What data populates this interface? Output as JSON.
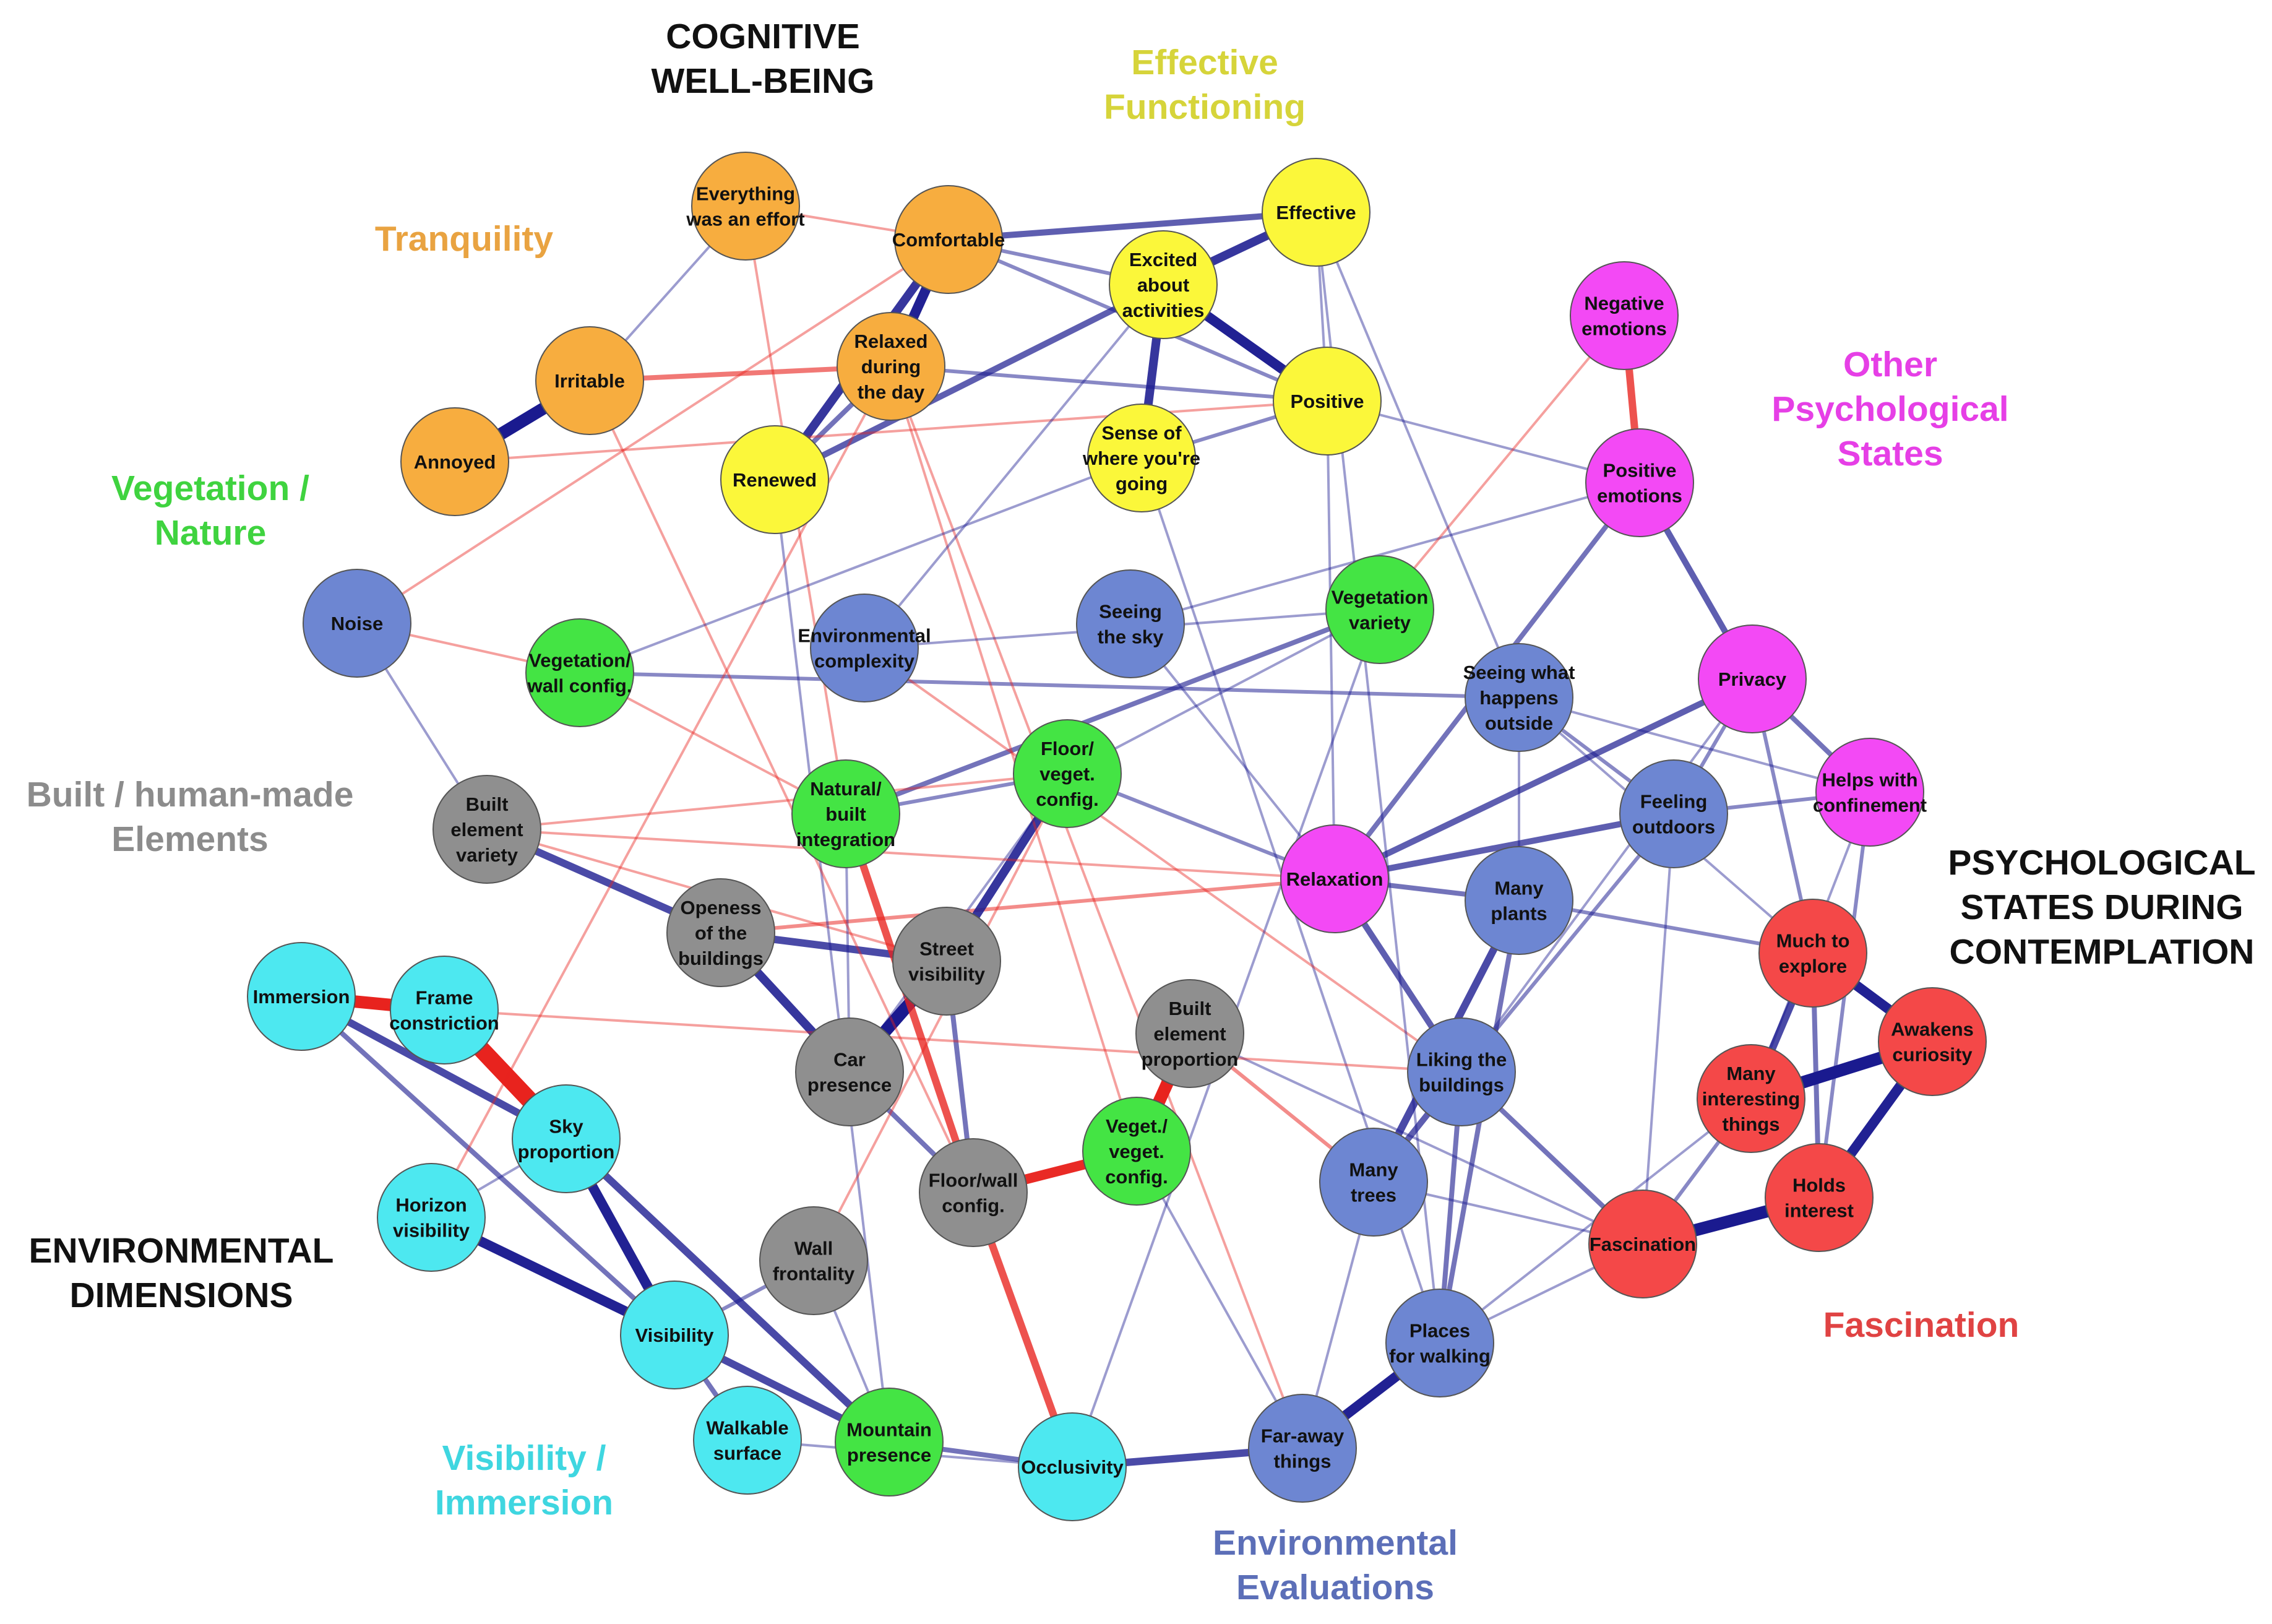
{
  "colors": {
    "orange": "#F7AD3F",
    "yellow": "#FBF73A",
    "magenta": "#F349F5",
    "blue": "#6D86D2",
    "green": "#44E444",
    "gray": "#8F8F8F",
    "cyan": "#4DE8F0",
    "red": "#F44848",
    "edge_positive": "#1A1A8F",
    "edge_negative": "#E8231E",
    "node_stroke": "#555555"
  },
  "group_labels": [
    {
      "id": "cognitive",
      "lines": [
        "COGNITIVE",
        "WELL-BEING"
      ],
      "color": "#111111"
    },
    {
      "id": "effective",
      "lines": [
        "Effective",
        "Functioning"
      ],
      "color": "#D6D43A"
    },
    {
      "id": "tranquility",
      "lines": [
        "Tranquility"
      ],
      "color": "#E9A341"
    },
    {
      "id": "other",
      "lines": [
        "Other",
        "Psychological",
        "States"
      ],
      "color": "#E63FE6"
    },
    {
      "id": "vegetation",
      "lines": [
        "Vegetation /",
        "Nature"
      ],
      "color": "#3FD33F"
    },
    {
      "id": "built",
      "lines": [
        "Built / human-made",
        "Elements"
      ],
      "color": "#8C8C8C"
    },
    {
      "id": "psych-states",
      "lines": [
        "PSYCHOLOGICAL",
        "STATES DURING",
        "CONTEMPLATION"
      ],
      "color": "#111111"
    },
    {
      "id": "env-dim",
      "lines": [
        "ENVIRONMENTAL",
        "DIMENSIONS"
      ],
      "color": "#111111"
    },
    {
      "id": "fascination",
      "lines": [
        "Fascination"
      ],
      "color": "#E04343"
    },
    {
      "id": "visibility",
      "lines": [
        "Visibility /",
        "Immersion"
      ],
      "color": "#3FD6E0"
    },
    {
      "id": "env-eval",
      "lines": [
        "Environmental",
        "Evaluations"
      ],
      "color": "#5C6FB8"
    }
  ],
  "nodes": [
    {
      "id": "effort",
      "lines": [
        "Everything",
        "was an effort"
      ],
      "group": "orange"
    },
    {
      "id": "comfortable",
      "lines": [
        "Comfortable"
      ],
      "group": "orange"
    },
    {
      "id": "irritable",
      "lines": [
        "Irritable"
      ],
      "group": "orange"
    },
    {
      "id": "relaxed",
      "lines": [
        "Relaxed",
        "during",
        "the day"
      ],
      "group": "orange"
    },
    {
      "id": "annoyed",
      "lines": [
        "Annoyed"
      ],
      "group": "orange"
    },
    {
      "id": "effective",
      "lines": [
        "Effective"
      ],
      "group": "yellow"
    },
    {
      "id": "excited",
      "lines": [
        "Excited",
        "about",
        "activities"
      ],
      "group": "yellow"
    },
    {
      "id": "positive",
      "lines": [
        "Positive"
      ],
      "group": "yellow"
    },
    {
      "id": "renewed",
      "lines": [
        "Renewed"
      ],
      "group": "yellow"
    },
    {
      "id": "sense",
      "lines": [
        "Sense of",
        "where you're",
        "going"
      ],
      "group": "yellow"
    },
    {
      "id": "negemo",
      "lines": [
        "Negative",
        "emotions"
      ],
      "group": "magenta"
    },
    {
      "id": "posemo",
      "lines": [
        "Positive",
        "emotions"
      ],
      "group": "magenta"
    },
    {
      "id": "privacy",
      "lines": [
        "Privacy"
      ],
      "group": "magenta"
    },
    {
      "id": "confinement",
      "lines": [
        "Helps with",
        "confinement"
      ],
      "group": "magenta"
    },
    {
      "id": "relaxation",
      "lines": [
        "Relaxation"
      ],
      "group": "magenta"
    },
    {
      "id": "noise",
      "lines": [
        "Noise"
      ],
      "group": "blue"
    },
    {
      "id": "envcomplex",
      "lines": [
        "Environmental",
        "complexity"
      ],
      "group": "blue"
    },
    {
      "id": "seeingsky",
      "lines": [
        "Seeing",
        "the sky"
      ],
      "group": "blue"
    },
    {
      "id": "seeingwhat",
      "lines": [
        "Seeing what",
        "happens",
        "outside"
      ],
      "group": "blue"
    },
    {
      "id": "outdoors",
      "lines": [
        "Feeling",
        "outdoors"
      ],
      "group": "blue"
    },
    {
      "id": "manyplants",
      "lines": [
        "Many",
        "plants"
      ],
      "group": "blue"
    },
    {
      "id": "likingbuild",
      "lines": [
        "Liking the",
        "buildings"
      ],
      "group": "blue"
    },
    {
      "id": "manytrees",
      "lines": [
        "Many",
        "trees"
      ],
      "group": "blue"
    },
    {
      "id": "walking",
      "lines": [
        "Places",
        "for walking"
      ],
      "group": "blue"
    },
    {
      "id": "faraway",
      "lines": [
        "Far-away",
        "things"
      ],
      "group": "blue"
    },
    {
      "id": "vegwall",
      "lines": [
        "Vegetation/",
        "wall config."
      ],
      "group": "green"
    },
    {
      "id": "vegvariety",
      "lines": [
        "Vegetation",
        "variety"
      ],
      "group": "green"
    },
    {
      "id": "floorveg",
      "lines": [
        "Floor/",
        "veget.",
        "config."
      ],
      "group": "green"
    },
    {
      "id": "naturalbuilt",
      "lines": [
        "Natural/",
        "built",
        "integration"
      ],
      "group": "green"
    },
    {
      "id": "vegvegconfig",
      "lines": [
        "Veget./",
        "veget.",
        "config."
      ],
      "group": "green"
    },
    {
      "id": "mountain",
      "lines": [
        "Mountain",
        "presence"
      ],
      "group": "green"
    },
    {
      "id": "builtvariety",
      "lines": [
        "Built",
        "element",
        "variety"
      ],
      "group": "gray"
    },
    {
      "id": "openess",
      "lines": [
        "Openess",
        "of the",
        "buildings"
      ],
      "group": "gray"
    },
    {
      "id": "streetvis",
      "lines": [
        "Street",
        "visibility"
      ],
      "group": "gray"
    },
    {
      "id": "builtprop",
      "lines": [
        "Built",
        "element",
        "proportion"
      ],
      "group": "gray"
    },
    {
      "id": "carpresence",
      "lines": [
        "Car",
        "presence"
      ],
      "group": "gray"
    },
    {
      "id": "floorwall",
      "lines": [
        "Floor/wall",
        "config."
      ],
      "group": "gray"
    },
    {
      "id": "wallfront",
      "lines": [
        "Wall",
        "frontality"
      ],
      "group": "gray"
    },
    {
      "id": "immersion",
      "lines": [
        "Immersion"
      ],
      "group": "cyan"
    },
    {
      "id": "frameconst",
      "lines": [
        "Frame",
        "constriction"
      ],
      "group": "cyan"
    },
    {
      "id": "skyprop",
      "lines": [
        "Sky",
        "proportion"
      ],
      "group": "cyan"
    },
    {
      "id": "horizon",
      "lines": [
        "Horizon",
        "visibility"
      ],
      "group": "cyan"
    },
    {
      "id": "visibility",
      "lines": [
        "Visibility"
      ],
      "group": "cyan"
    },
    {
      "id": "walkable",
      "lines": [
        "Walkable",
        "surface"
      ],
      "group": "cyan"
    },
    {
      "id": "occlusivity",
      "lines": [
        "Occlusivity"
      ],
      "group": "cyan"
    },
    {
      "id": "muchexplore",
      "lines": [
        "Much to",
        "explore"
      ],
      "group": "red"
    },
    {
      "id": "awakens",
      "lines": [
        "Awakens",
        "curiosity"
      ],
      "group": "red"
    },
    {
      "id": "manyinteresting",
      "lines": [
        "Many",
        "interesting",
        "things"
      ],
      "group": "red"
    },
    {
      "id": "holds",
      "lines": [
        "Holds",
        "interest"
      ],
      "group": "red"
    },
    {
      "id": "fascination",
      "lines": [
        "Fascination"
      ],
      "group": "red"
    }
  ],
  "edges": [
    [
      "annoyed",
      "irritable",
      "pos",
      5
    ],
    [
      "irritable",
      "relaxed",
      "neg",
      2
    ],
    [
      "effort",
      "comfortable",
      "neg",
      1
    ],
    [
      "comfortable",
      "effective",
      "pos",
      2.5
    ],
    [
      "comfortable",
      "excited",
      "pos",
      1.5
    ],
    [
      "comfortable",
      "relaxed",
      "pos",
      4
    ],
    [
      "comfortable",
      "renewed",
      "pos",
      3.5
    ],
    [
      "comfortable",
      "positive",
      "pos",
      1.5
    ],
    [
      "excited",
      "effective",
      "pos",
      3.5
    ],
    [
      "excited",
      "positive",
      "pos",
      4
    ],
    [
      "excited",
      "sense",
      "pos",
      3.5
    ],
    [
      "excited",
      "renewed",
      "pos",
      2.5
    ],
    [
      "relaxed",
      "renewed",
      "pos",
      2
    ],
    [
      "relaxed",
      "positive",
      "pos",
      1.5
    ],
    [
      "effective",
      "positive",
      "pos",
      1
    ],
    [
      "sense",
      "positive",
      "pos",
      1.5
    ],
    [
      "negemo",
      "posemo",
      "neg",
      3
    ],
    [
      "posemo",
      "privacy",
      "pos",
      2.5
    ],
    [
      "posemo",
      "relaxation",
      "pos",
      2
    ],
    [
      "positive",
      "posemo",
      "pos",
      1
    ],
    [
      "privacy",
      "confinement",
      "pos",
      2
    ],
    [
      "privacy",
      "relaxation",
      "pos",
      2.5
    ],
    [
      "privacy",
      "muchexplore",
      "pos",
      1.5
    ],
    [
      "privacy",
      "outdoors",
      "pos",
      1.5
    ],
    [
      "outdoors",
      "relaxation",
      "pos",
      2.5
    ],
    [
      "outdoors",
      "likingbuild",
      "pos",
      1.5
    ],
    [
      "outdoors",
      "confinement",
      "pos",
      1.5
    ],
    [
      "outdoors",
      "seeingwhat",
      "pos",
      1.5
    ],
    [
      "relaxation",
      "manyplants",
      "pos",
      2
    ],
    [
      "relaxation",
      "likingbuild",
      "pos",
      2.5
    ],
    [
      "relaxation",
      "floorveg",
      "pos",
      1.5
    ],
    [
      "relaxation",
      "openess",
      "neg",
      1.5
    ],
    [
      "manyplants",
      "muchexplore",
      "pos",
      1.5
    ],
    [
      "manyplants",
      "manytrees",
      "pos",
      3
    ],
    [
      "manyplants",
      "walking",
      "pos",
      2
    ],
    [
      "manyplants",
      "seeingwhat",
      "pos",
      1
    ],
    [
      "seeingwhat",
      "confinement",
      "pos",
      1
    ],
    [
      "likingbuild",
      "fascination",
      "pos",
      2
    ],
    [
      "likingbuild",
      "manytrees",
      "pos",
      2.5
    ],
    [
      "likingbuild",
      "walking",
      "pos",
      2
    ],
    [
      "fascination",
      "holds",
      "pos",
      5
    ],
    [
      "fascination",
      "manyinteresting",
      "pos",
      1.5
    ],
    [
      "muchexplore",
      "awakens",
      "pos",
      4
    ],
    [
      "muchexplore",
      "manyinteresting",
      "pos",
      3
    ],
    [
      "muchexplore",
      "holds",
      "pos",
      2
    ],
    [
      "confinement",
      "holds",
      "pos",
      1.5
    ],
    [
      "awakens",
      "manyinteresting",
      "pos",
      5
    ],
    [
      "awakens",
      "holds",
      "pos",
      4
    ],
    [
      "manytrees",
      "fascination",
      "pos",
      1
    ],
    [
      "walking",
      "faraway",
      "pos",
      4
    ],
    [
      "faraway",
      "occlusivity",
      "pos",
      3
    ],
    [
      "faraway",
      "manytrees",
      "pos",
      1
    ],
    [
      "occlusivity",
      "walkable",
      "pos",
      1
    ],
    [
      "occlusivity",
      "mountain",
      "pos",
      2
    ],
    [
      "mountain",
      "visibility",
      "pos",
      3
    ],
    [
      "visibility",
      "walkable",
      "pos",
      2
    ],
    [
      "visibility",
      "horizon",
      "pos",
      4
    ],
    [
      "visibility",
      "skyprop",
      "pos",
      4
    ],
    [
      "skyprop",
      "immersion",
      "pos",
      3
    ],
    [
      "skyprop",
      "frameconst",
      "neg",
      7
    ],
    [
      "immersion",
      "frameconst",
      "neg",
      5
    ],
    [
      "immersion",
      "visibility",
      "pos",
      2
    ],
    [
      "skyprop",
      "mountain",
      "pos",
      3
    ],
    [
      "openess",
      "builtvariety",
      "pos",
      3
    ],
    [
      "openess",
      "carpresence",
      "pos",
      3.5
    ],
    [
      "openess",
      "streetvis",
      "pos",
      3
    ],
    [
      "streetvis",
      "carpresence",
      "pos",
      5
    ],
    [
      "streetvis",
      "floorveg",
      "pos",
      3.5
    ],
    [
      "streetvis",
      "floorwall",
      "pos",
      2
    ],
    [
      "builtprop",
      "vegvegconfig",
      "neg",
      5
    ],
    [
      "floorwall",
      "vegvegconfig",
      "neg",
      4
    ],
    [
      "floorwall",
      "occlusivity",
      "neg",
      3
    ],
    [
      "floorwall",
      "carpresence",
      "pos",
      2
    ],
    [
      "naturalbuilt",
      "floorwall",
      "neg",
      3
    ],
    [
      "naturalbuilt",
      "vegvariety",
      "pos",
      2
    ],
    [
      "naturalbuilt",
      "floorveg",
      "pos",
      1.5
    ],
    [
      "floorveg",
      "vegvariety",
      "pos",
      1
    ],
    [
      "vegwall",
      "seeingwhat",
      "pos",
      1.5
    ],
    [
      "seeingsky",
      "posemo",
      "pos",
      1
    ],
    [
      "relaxed",
      "faraway",
      "neg",
      1
    ],
    [
      "builtprop",
      "manytrees",
      "neg",
      1.5
    ],
    [
      "wallfront",
      "visibility",
      "pos",
      1.5
    ],
    [
      "wallfront",
      "mountain",
      "pos",
      1
    ],
    [
      "builtvariety",
      "streetvis",
      "neg",
      1
    ],
    [
      "noise",
      "vegwall",
      "neg",
      1
    ],
    [
      "noise",
      "builtvariety",
      "pos",
      1
    ],
    [
      "effort",
      "irritable",
      "pos",
      1
    ],
    [
      "renewed",
      "mountain",
      "pos",
      1
    ],
    [
      "sense",
      "walking",
      "pos",
      1
    ],
    [
      "vegvariety",
      "negemo",
      "neg",
      1
    ],
    [
      "effective",
      "seeingwhat",
      "pos",
      1
    ],
    [
      "positive",
      "relaxation",
      "pos",
      1
    ],
    [
      "envcomplex",
      "likingbuild",
      "neg",
      1
    ],
    [
      "seeingsky",
      "relaxation",
      "pos",
      1
    ],
    [
      "horizon",
      "skyprop",
      "pos",
      1
    ],
    [
      "relaxed",
      "vegvegconfig",
      "neg",
      1
    ],
    [
      "vegwall",
      "naturalbuilt",
      "neg",
      1
    ],
    [
      "effort",
      "naturalbuilt",
      "neg",
      1
    ],
    [
      "carpresence",
      "naturalbuilt",
      "pos",
      1
    ],
    [
      "builtprop",
      "fascination",
      "pos",
      1
    ],
    [
      "vegvegconfig",
      "faraway",
      "pos",
      1
    ],
    [
      "manyinteresting",
      "walking",
      "pos",
      1
    ],
    [
      "fascination",
      "walking",
      "pos",
      1
    ],
    [
      "confinement",
      "manyinteresting",
      "pos",
      1
    ],
    [
      "outdoors",
      "fascination",
      "pos",
      1
    ],
    [
      "privacy",
      "likingbuild",
      "pos",
      1
    ],
    [
      "seeingwhat",
      "muchexplore",
      "pos",
      1
    ],
    [
      "noise",
      "comfortable",
      "neg",
      1
    ],
    [
      "annoyed",
      "positive",
      "neg",
      1
    ],
    [
      "irritable",
      "floorwall",
      "neg",
      1
    ],
    [
      "envcomplex",
      "vegvariety",
      "pos",
      1
    ],
    [
      "builtvariety",
      "floorveg",
      "neg",
      1
    ],
    [
      "carpresence",
      "floorveg",
      "pos",
      1
    ],
    [
      "horizon",
      "relaxed",
      "neg",
      1
    ],
    [
      "occlusivity",
      "vegvariety",
      "pos",
      1
    ],
    [
      "builtvariety",
      "relaxation",
      "neg",
      1
    ],
    [
      "frameconst",
      "likingbuild",
      "neg",
      1
    ],
    [
      "wallfront",
      "floorveg",
      "neg",
      1
    ],
    [
      "sense",
      "vegwall",
      "pos",
      1
    ],
    [
      "effective",
      "walking",
      "pos",
      1
    ],
    [
      "excited",
      "envcomplex",
      "pos",
      1
    ]
  ]
}
